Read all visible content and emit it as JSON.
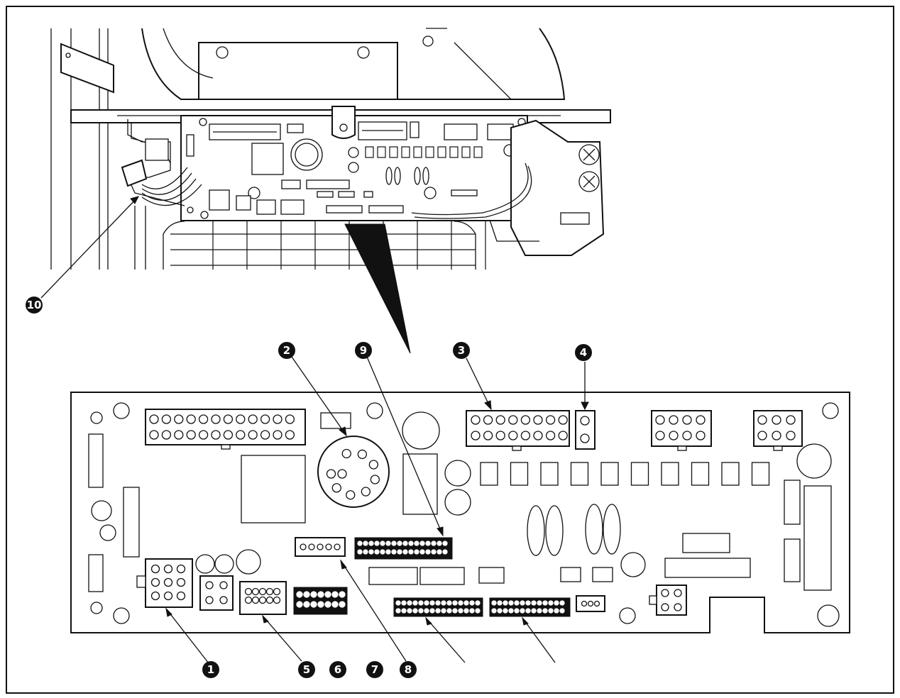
{
  "figure": {
    "callouts": [
      {
        "id": "c1",
        "label": "1"
      },
      {
        "id": "c2",
        "label": "2"
      },
      {
        "id": "c3",
        "label": "3"
      },
      {
        "id": "c4",
        "label": "4"
      },
      {
        "id": "c5",
        "label": "5"
      },
      {
        "id": "c6",
        "label": "6"
      },
      {
        "id": "c7",
        "label": "7"
      },
      {
        "id": "c8",
        "label": "8"
      },
      {
        "id": "c9",
        "label": "9"
      },
      {
        "id": "c10",
        "label": "10"
      }
    ]
  },
  "colors": {
    "line": "#111111",
    "background": "#ffffff"
  }
}
